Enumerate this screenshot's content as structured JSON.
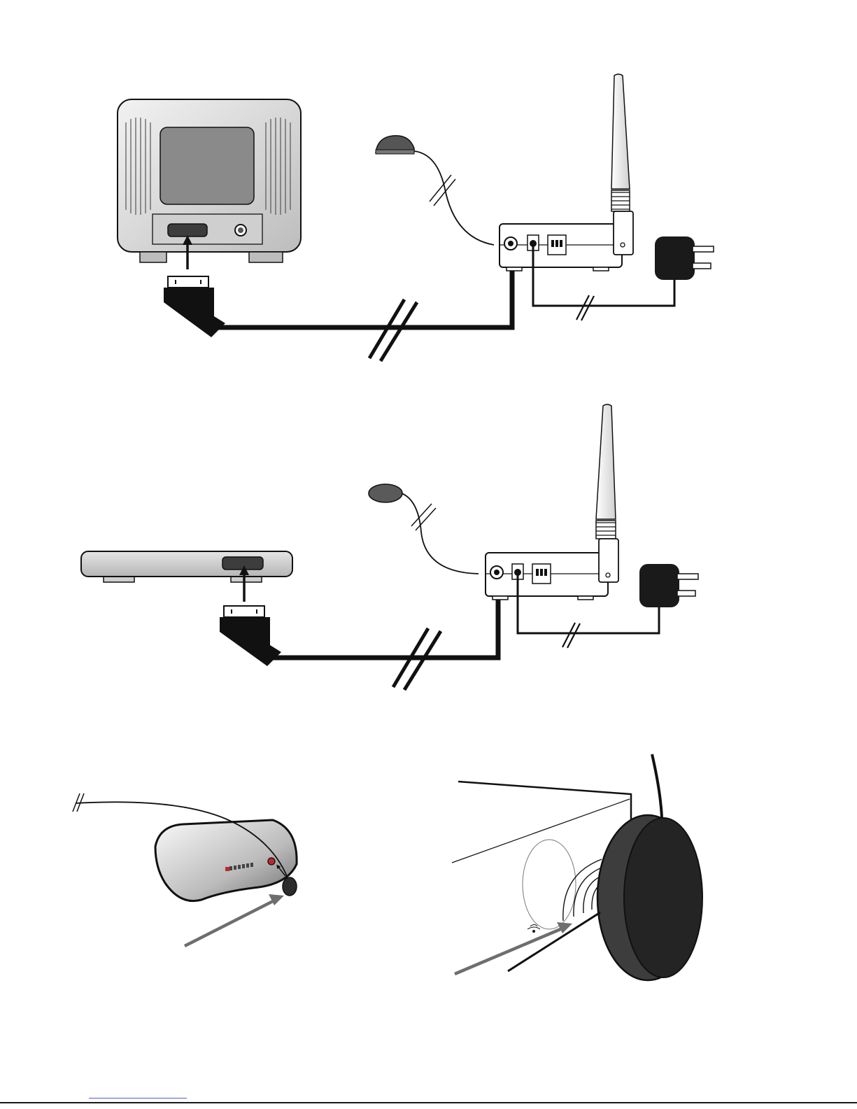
{
  "figures": [
    {
      "id": "tv-connection",
      "device": "television",
      "connector": "scart",
      "cable": "av-cable",
      "sensor": "ir-eye-dome",
      "power": "mains-adapter"
    },
    {
      "id": "box-connection",
      "device": "set-top-box",
      "connector": "scart",
      "cable": "av-cable",
      "sensor": "ir-eye-flat",
      "power": "mains-adapter"
    },
    {
      "id": "ir-eye-on-box",
      "device": "receiver-box",
      "target": "ir-window"
    },
    {
      "id": "ir-eye-closeup",
      "device": "equipment-front",
      "target": "ir-receiver"
    }
  ],
  "colors": {
    "ink": "#111111",
    "tv-body": "#d9d9d9",
    "screen": "#8a8a8a",
    "dark-part": "#3d3d3d",
    "arrow-grey": "#6e6e6e",
    "led-red": "#c0282d",
    "link-blue": "#4a5cd6"
  },
  "icons": [
    "television-icon",
    "set-top-box-icon",
    "scart-plug-icon",
    "ir-eye-icon",
    "transmitter-icon",
    "antenna-icon",
    "power-adapter-icon"
  ]
}
